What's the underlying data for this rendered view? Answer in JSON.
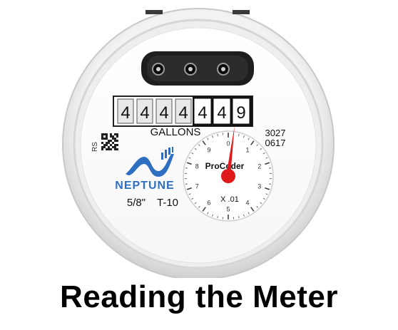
{
  "meter": {
    "register_digits": [
      "4",
      "4",
      "4",
      "4",
      "4",
      "4",
      "9"
    ],
    "register_dark_from_index": 4,
    "units_label": "GALLONS",
    "rs_label": "RS",
    "serial_line1": "3027",
    "serial_line2": "0617",
    "brand": "NEPTUNE",
    "size_label": "5/8\"",
    "model_label": "T-10",
    "dial": {
      "brand": "ProCoder",
      "multiplier": "X .01",
      "numbers": [
        "0",
        "1",
        "2",
        "3",
        "4",
        "5",
        "6",
        "7",
        "8",
        "9"
      ],
      "needle_value": 0.02
    }
  },
  "caption": "Reading the Meter",
  "colors": {
    "brand_blue": "#2f6fc2",
    "needle_red": "#e01a1a",
    "register_dark": "#111111",
    "ring_gray": "#d9d9d9"
  }
}
